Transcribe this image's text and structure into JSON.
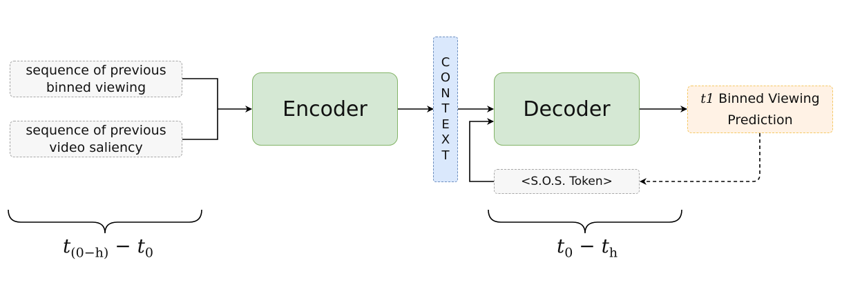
{
  "inputs": {
    "viewing": "sequence of previous binned viewing",
    "saliency": "sequence of previous video saliency"
  },
  "encoder": {
    "label": "Encoder"
  },
  "context": {
    "letters": [
      "C",
      "O",
      "N",
      "T",
      "E",
      "X",
      "T"
    ]
  },
  "decoder": {
    "label": "Decoder"
  },
  "prediction": {
    "t_symbol": "t",
    "t_sub": "1",
    "label": "Binned Viewing Prediction"
  },
  "sos_token": {
    "label": "<S.O.S. Token>"
  },
  "time_labels": {
    "encoder_range": {
      "t1": "t",
      "t1_sub": "(0−h)",
      "dash": " − ",
      "t2": "t",
      "t2_sub": "0"
    },
    "decoder_range": {
      "t1": "t",
      "t1_sub": "0",
      "dash": " − ",
      "t2": "t",
      "t2_sub": "h"
    }
  },
  "colors": {
    "block_fill": "#d5e8d4",
    "block_stroke": "#82b366",
    "context_fill": "#dae8fc",
    "context_stroke": "#6c8ebf",
    "prediction_fill": "#fff2e5",
    "prediction_stroke": "#f5c862",
    "input_fill": "#f7f7f7",
    "input_stroke": "#a6a6a6"
  }
}
